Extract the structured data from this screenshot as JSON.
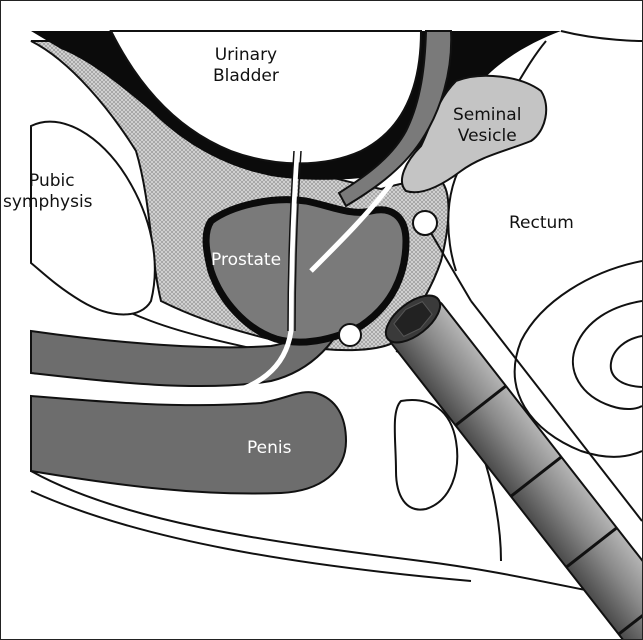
{
  "figure": {
    "labels": {
      "urinary_bladder": [
        "Urinary",
        "Bladder"
      ],
      "seminal_vesicle": [
        "Seminal",
        "Vesicle"
      ],
      "pubic_symphysis": [
        "Pubic",
        "symphysis"
      ],
      "rectum": "Rectum",
      "prostate": "Prostate",
      "penis": "Penis"
    },
    "colors": {
      "black_region": "#0b0b0b",
      "dotted_tissue": "#b8b8b8",
      "prostate_gland": "#7a7a7a",
      "penis": "#6d6d6d",
      "seminal_vesicle": "#c4c4c4",
      "probe_body": "#8a8a8a",
      "probe_tip": "#3a3a3a",
      "outline": "#111111"
    },
    "icons": [
      "ultrasound-probe-icon",
      "biopsy-needle-icon"
    ]
  }
}
